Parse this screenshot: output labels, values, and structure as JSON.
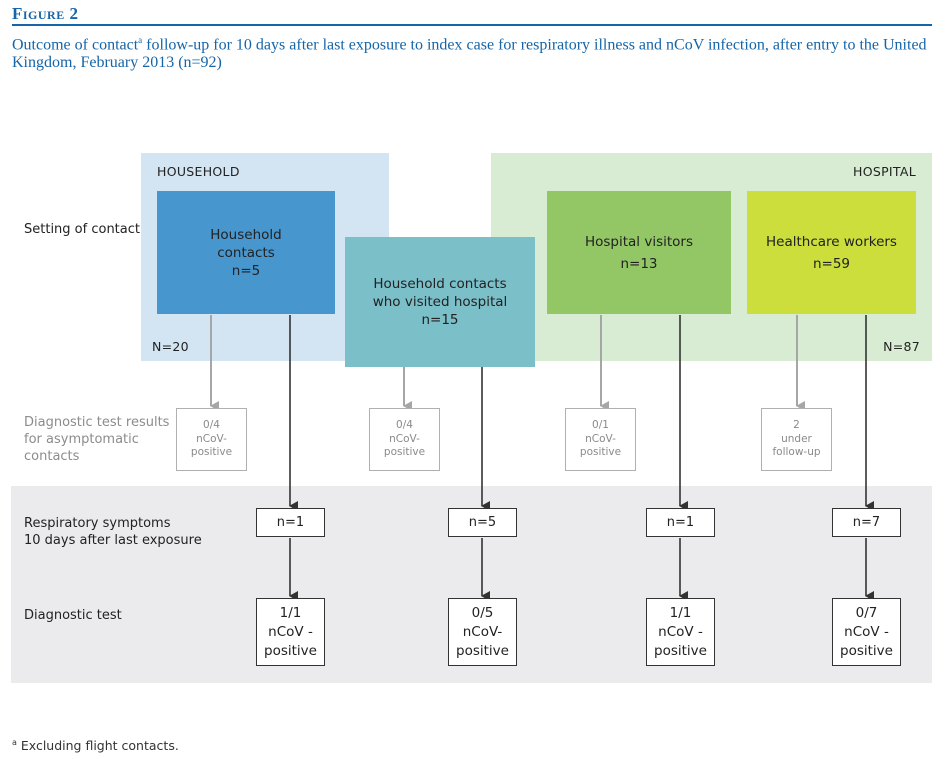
{
  "figure_label": "Figure 2",
  "title": {
    "pre": "Outcome of contact",
    "sup": "a",
    "post": " follow-up for 10 days after last exposure to index case for respiratory illness and nCoV infection, after entry to the United Kingdom, February 2013 (n=92)"
  },
  "zones": {
    "household": {
      "label": "HOUSEHOLD",
      "n": "N=20",
      "color": "#d3e4f2"
    },
    "hospital": {
      "label": "HOSPITAL",
      "n": "N=87",
      "color": "#d7ecd3"
    }
  },
  "row_labels": {
    "setting": "Setting of contact",
    "asymptomatic": [
      "Diagnostic test results",
      "for asymptomatic",
      "contacts"
    ],
    "symptoms": [
      "Respiratory symptoms",
      "10 days after last exposure"
    ],
    "diagnostic": "Diagnostic test"
  },
  "groups": [
    {
      "id": "household",
      "lines": [
        "Household",
        "contacts",
        "n=5"
      ],
      "color": "#4796ce",
      "asymptomatic": [
        "0/4",
        "nCoV-",
        "positive"
      ],
      "symptomatic": "n=1",
      "diagnostic": [
        "1/1",
        "nCoV -",
        "positive"
      ]
    },
    {
      "id": "visited",
      "lines": [
        "Household contacts",
        "who visited hospital",
        "n=15"
      ],
      "color": "#7bbfc9",
      "asymptomatic": [
        "0/4",
        "nCoV-",
        "positive"
      ],
      "symptomatic": "n=5",
      "diagnostic": [
        "0/5",
        "nCoV-",
        "positive"
      ]
    },
    {
      "id": "visitors",
      "lines": [
        "Hospital visitors",
        "n=13"
      ],
      "color": "#93c765",
      "asymptomatic": [
        "0/1",
        "nCoV-",
        "positive"
      ],
      "symptomatic": "n=1",
      "diagnostic": [
        "1/1",
        "nCoV -",
        "positive"
      ]
    },
    {
      "id": "workers",
      "lines": [
        "Healthcare workers",
        "n=59"
      ],
      "color": "#cbde3c",
      "asymptomatic": [
        "2",
        "under",
        "follow-up"
      ],
      "symptomatic": "n=7",
      "diagnostic": [
        "0/7",
        "nCoV -",
        "positive"
      ]
    }
  ],
  "footnote": {
    "sup": "a",
    "text": " Excluding flight contacts."
  },
  "colors": {
    "accent": "#1565a8",
    "band": "#ebebed",
    "grey_arrow": "#a6a6a6",
    "dark_arrow": "#333333"
  }
}
